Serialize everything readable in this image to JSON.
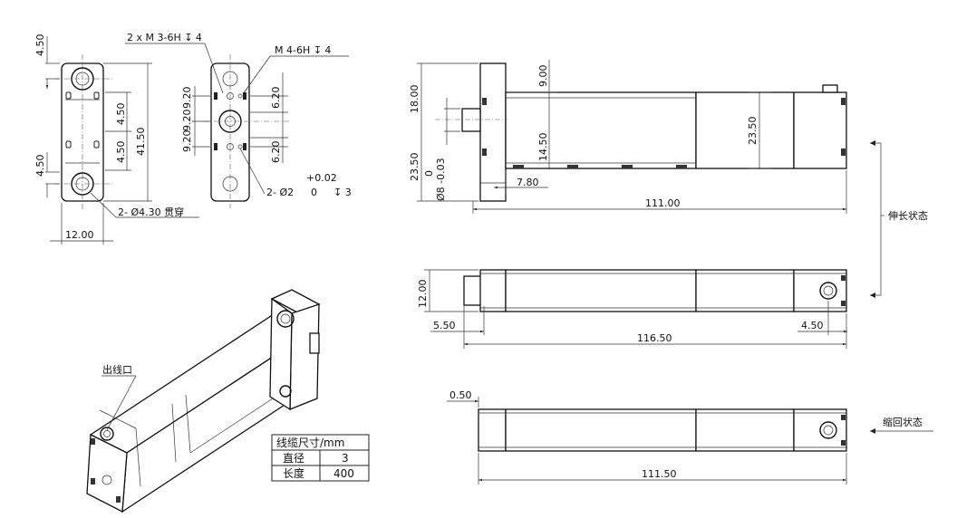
{
  "front_views": {
    "left_dims": {
      "top_offset": "4.50",
      "bottom_offset": "4.50",
      "mid_upper": "4.50",
      "mid_lower": "4.50",
      "height": "41.50",
      "width": "12.00",
      "through_hole": "2- Ø4.30 贯穿"
    },
    "right_dims": {
      "thread_2x": "2 x M 3-6H ↧ 4",
      "thread_m4": "M 4-6H ↧ 4",
      "pitch_upper": "9.20",
      "pitch_mid": "9.20",
      "pitch_lower": "9.20",
      "offset_upper": "6.20",
      "offset_lower": "6.20",
      "pin_hole": "2- Ø2",
      "pin_tol_upper": "+0.02",
      "pin_tol_lower": "0",
      "pin_depth": "↧ 3"
    }
  },
  "extended_view": {
    "height_left": "18.00",
    "shaft_offset": "9.00",
    "body_height": "23.50",
    "lower_offset": "14.50",
    "outer_height": "23.50",
    "shaft_tol_upper": "0",
    "shaft_tol_lower": "Ø8 -0.03",
    "shaft_len": "7.80",
    "total_len": "111.00"
  },
  "top_view": {
    "height": "12.00",
    "shaft_len": "5.50",
    "right_offset": "4.50",
    "total_len": "116.50"
  },
  "retracted_view": {
    "shaft_len": "0.50",
    "total_len": "111.50"
  },
  "labels": {
    "extended_state": "伸长状态",
    "retracted_state": "缩回状态",
    "cable_exit": "出线口"
  },
  "cable_table": {
    "header": "线缆尺寸/mm",
    "rows": [
      {
        "name": "直径",
        "value": "3"
      },
      {
        "name": "长度",
        "value": "400"
      }
    ]
  }
}
